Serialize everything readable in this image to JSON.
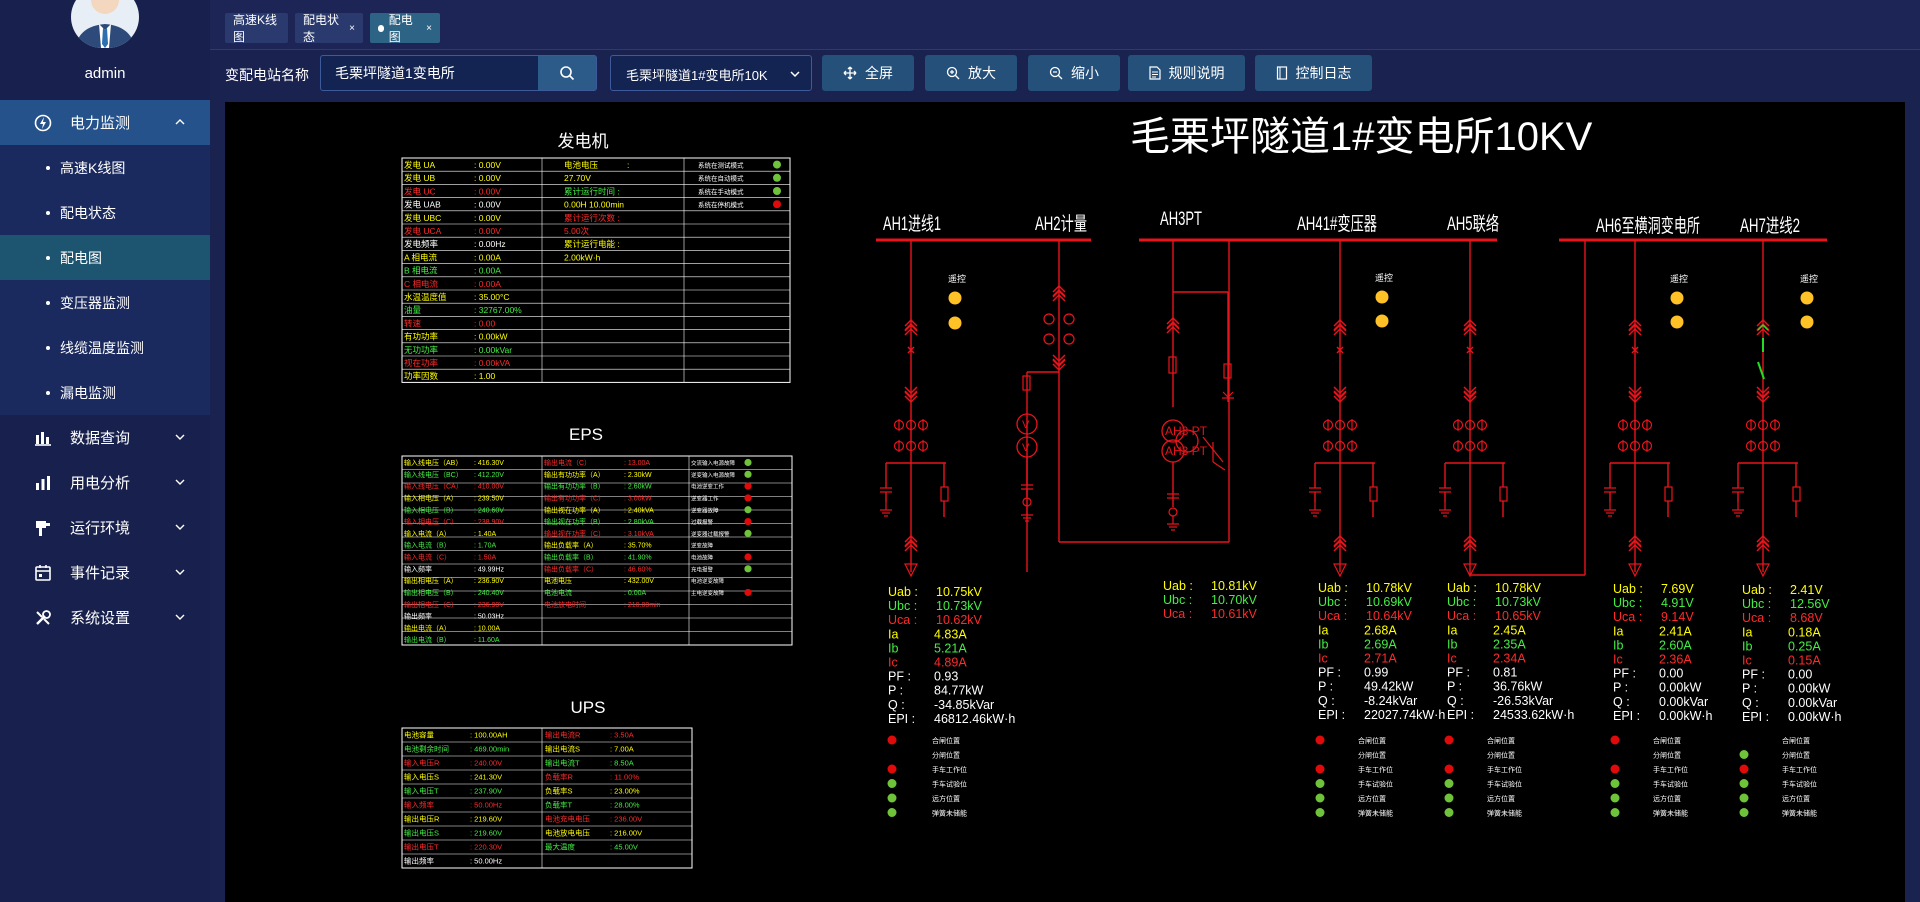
{
  "user": {
    "name": "admin"
  },
  "menu": [
    {
      "label": "电力监测",
      "icon": "power-monitor-icon",
      "expanded": true,
      "children": [
        "高速K线图",
        "配电状态",
        "配电图",
        "变压器监测",
        "线缆温度监测",
        "漏电监测"
      ]
    },
    {
      "label": "数据查询",
      "icon": "data-query-icon"
    },
    {
      "label": "用电分析",
      "icon": "analysis-icon"
    },
    {
      "label": "运行环境",
      "icon": "environment-icon"
    },
    {
      "label": "事件记录",
      "icon": "event-icon"
    },
    {
      "label": "系统设置",
      "icon": "settings-icon"
    }
  ],
  "tabs": [
    {
      "label": "高速K线图",
      "closable": false
    },
    {
      "label": "配电状态",
      "closable": true
    },
    {
      "label": "配电图",
      "closable": true,
      "active": true
    }
  ],
  "toolbar": {
    "station_label": "变配电站名称",
    "station_value": "毛栗坪隧道1变电所",
    "select_value": "毛栗坪隧道1#变电所10K",
    "fullscreen": "全屏",
    "zoom_in": "放大",
    "zoom_out": "缩小",
    "rules": "规则说明",
    "control_log": "控制日志"
  },
  "diagram": {
    "title": "毛栗坪隧道1#变电所10KV",
    "generator": {
      "title": "发电机",
      "col1": [
        [
          "发电 UA",
          "0.00V",
          "y"
        ],
        [
          "发电 UB",
          "0.00V",
          "y"
        ],
        [
          "发电 UC",
          "0.00V",
          "r"
        ],
        [
          "发电 UAB",
          "0.00V",
          "w"
        ],
        [
          "发电 UBC",
          "0.00V",
          "y"
        ],
        [
          "发电 UCA",
          "0.00V",
          "r"
        ],
        [
          "发电频率",
          "0.00Hz",
          "w"
        ],
        [
          "A 相电流",
          "0.00A",
          "y"
        ],
        [
          "B 相电流",
          "0.00A",
          "g"
        ],
        [
          "C 相电流",
          "0.00A",
          "r"
        ],
        [
          "水温温度值",
          "35.00°C",
          "y"
        ],
        [
          "油量",
          "32767.00%",
          "g"
        ],
        [
          "转速",
          "0.00",
          "r"
        ],
        [
          "有功功率",
          "0.00kW",
          "y"
        ],
        [
          "无功功率",
          "0.00kVar",
          "g"
        ],
        [
          "视在功率",
          "0.00kVA",
          "r"
        ],
        [
          "功率因数",
          "1.00",
          "y"
        ]
      ],
      "col2": [
        [
          "电池电压",
          ":",
          "y"
        ],
        [
          "27.70V",
          "",
          "y"
        ],
        [
          "累计运行时间 :",
          "",
          "g"
        ],
        [
          "0.00H  10.00min",
          "",
          "y"
        ],
        [
          "累计运行次数 :",
          "",
          "r"
        ],
        [
          "5.00次",
          "",
          "r"
        ],
        [
          "累计运行电能 :",
          "",
          "y"
        ],
        [
          "2.00kW·h",
          "",
          "y"
        ]
      ],
      "col3": [
        [
          "系统在测试模式",
          "g"
        ],
        [
          "系统在自动模式",
          "g"
        ],
        [
          "系统在手动模式",
          "g"
        ],
        [
          "系统在停机模式",
          "r"
        ]
      ]
    },
    "eps": {
      "title": "EPS",
      "col1": [
        [
          "输入线电压（AB）",
          "416.30V",
          "y"
        ],
        [
          "输入线电压（BC）",
          "412.20V",
          "g"
        ],
        [
          "输入线电压（CA）",
          "410.00V",
          "r"
        ],
        [
          "输入相电压（A）",
          "239.50V",
          "y"
        ],
        [
          "输入相电压（B）",
          "240.60V",
          "g"
        ],
        [
          "输入相电压（C）",
          "238.90V",
          "r"
        ],
        [
          "输入电流（A）",
          "1.40A",
          "y"
        ],
        [
          "输入电流（B）",
          "1.70A",
          "g"
        ],
        [
          "输入电流（C）",
          "1.50A",
          "r"
        ],
        [
          "输入频率",
          "49.99Hz",
          "w"
        ],
        [
          "输出相电压（A）",
          "236.90V",
          "y"
        ],
        [
          "输出相电压（B）",
          "240.40V",
          "g"
        ],
        [
          "输出相电压（C）",
          "236.90V",
          "r"
        ],
        [
          "输出频率",
          "50.03Hz",
          "w"
        ],
        [
          "输出电流（A）",
          "10.00A",
          "y"
        ],
        [
          "输出电流（B）",
          "11.60A",
          "g"
        ]
      ],
      "col2": [
        [
          "输出电流（C）",
          "13.00A",
          "r"
        ],
        [
          "输出有功功率（A）",
          "2.30kW",
          "y"
        ],
        [
          "输出有功功率（B）",
          "2.60kW",
          "g"
        ],
        [
          "输出有功功率（C）",
          "3.00kW",
          "r"
        ],
        [
          "输出视在功率（A）",
          "2.40kVA",
          "y"
        ],
        [
          "输出视在功率（B）",
          "2.80kVA",
          "g"
        ],
        [
          "输出视在功率（C）",
          "3.10kVA",
          "r"
        ],
        [
          "输出负载率（A）",
          "35.70%",
          "y"
        ],
        [
          "输出负载率（B）",
          "41.90%",
          "g"
        ],
        [
          "输出负载率（C）",
          "46.60%",
          "r"
        ],
        [
          "电池电压",
          "432.00V",
          "y"
        ],
        [
          "电池电流",
          "0.00A",
          "g"
        ],
        [
          "电池放电时间",
          "210.00min",
          "r"
        ]
      ],
      "col3": [
        [
          "交流输入电源故障",
          "g"
        ],
        [
          "逆变输入电源故障",
          "g"
        ],
        [
          "电池逆变工作",
          "r"
        ],
        [
          "逆变器工作",
          "r"
        ],
        [
          "逆变器故障",
          "g"
        ],
        [
          "过载报警",
          "r"
        ],
        [
          "逆变器过载报警",
          "g"
        ],
        [
          "逆变故障",
          ""
        ],
        [
          "电池故障",
          "r"
        ],
        [
          "充电报警",
          "g"
        ],
        [
          "电池逆变故障",
          ""
        ],
        [
          "主电逆变故障",
          "r"
        ]
      ]
    },
    "ups": {
      "title": "UPS",
      "col1": [
        [
          "电池容量",
          "100.00AH",
          "y"
        ],
        [
          "电池剩余时间",
          "469.00min",
          "g"
        ],
        [
          "输入电压R",
          "240.00V",
          "r"
        ],
        [
          "输入电压S",
          "241.30V",
          "y"
        ],
        [
          "输入电压T",
          "237.90V",
          "g"
        ],
        [
          "输入频率",
          "50.00Hz",
          "r"
        ],
        [
          "输出电压R",
          "219.60V",
          "y"
        ],
        [
          "输出电压S",
          "219.60V",
          "g"
        ],
        [
          "输出电压T",
          "220.30V",
          "r"
        ],
        [
          "输出频率",
          "50.00Hz",
          "w"
        ]
      ],
      "col2": [
        [
          "输出电流R",
          "3.50A",
          "r"
        ],
        [
          "输出电流S",
          "7.00A",
          "y"
        ],
        [
          "输出电流T",
          "8.50A",
          "g"
        ],
        [
          "负载率R",
          "11.00%",
          "r"
        ],
        [
          "负载率S",
          "23.00%",
          "y"
        ],
        [
          "负载率T",
          "28.00%",
          "g"
        ],
        [
          "电池充电电压",
          "236.00V",
          "r"
        ],
        [
          "电池放电电压",
          "216.00V",
          "y"
        ],
        [
          "最大温度",
          "45.00V",
          "g"
        ]
      ]
    },
    "buses": [
      {
        "label": "AH1进线1"
      },
      {
        "label": "AH2计量"
      },
      {
        "label": "AH3PT"
      },
      {
        "label": "AH41#变压器"
      },
      {
        "label": "AH5联络"
      },
      {
        "label": "AH6至横洞变电所"
      },
      {
        "label": "AH7进线2"
      }
    ],
    "remote_label": "遥控",
    "pt_labels": [
      "AH3 PT",
      "AH3 PT"
    ],
    "feeders": [
      {
        "vals": [
          [
            "Uab :",
            "10.75kV",
            "y"
          ],
          [
            "Ubc :",
            "10.73kV",
            "g"
          ],
          [
            "Uca :",
            "10.62kV",
            "r"
          ],
          [
            "Ia",
            "4.83A",
            "y"
          ],
          [
            "Ib",
            "5.21A",
            "g"
          ],
          [
            "Ic",
            "4.89A",
            "r"
          ],
          [
            "PF :",
            "0.93",
            "w"
          ],
          [
            "P :",
            "84.77kW",
            "w"
          ],
          [
            "Q :",
            "-34.85kVar",
            "w"
          ],
          [
            "EPI :",
            "46812.46kW·h",
            "w"
          ]
        ],
        "status": []
      },
      {
        "vals": [
          [
            "Uab :",
            "10.81kV",
            "y"
          ],
          [
            "Ubc :",
            "10.70kV",
            "g"
          ],
          [
            "Uca :",
            "10.61kV",
            "r"
          ]
        ],
        "status": []
      },
      {
        "vals": [
          [
            "Uab :",
            "10.78kV",
            "y"
          ],
          [
            "Ubc :",
            "10.69kV",
            "g"
          ],
          [
            "Uca :",
            "10.64kV",
            "r"
          ],
          [
            "Ia",
            "2.68A",
            "y"
          ],
          [
            "Ib",
            "2.69A",
            "g"
          ],
          [
            "Ic",
            "2.71A",
            "r"
          ],
          [
            "PF :",
            "0.99",
            "w"
          ],
          [
            "P :",
            "49.42kW",
            "w"
          ],
          [
            "Q :",
            "-8.24kVar",
            "w"
          ],
          [
            "EPI :",
            "22027.74kW·h",
            "w"
          ]
        ],
        "status": [
          [
            "r",
            "合闸位置"
          ],
          [
            "",
            "分闸位置"
          ],
          [
            "r",
            "手车工作位"
          ],
          [
            "g",
            "手车试验位"
          ],
          [
            "g",
            "远方位置"
          ],
          [
            "g",
            "弹簧未储能"
          ]
        ]
      },
      {
        "vals": [
          [
            "Uab :",
            "10.78kV",
            "y"
          ],
          [
            "Ubc :",
            "10.73kV",
            "g"
          ],
          [
            "Uca :",
            "10.65kV",
            "r"
          ],
          [
            "Ia",
            "2.45A",
            "y"
          ],
          [
            "Ib",
            "2.35A",
            "g"
          ],
          [
            "Ic",
            "2.34A",
            "r"
          ],
          [
            "PF :",
            "0.81",
            "w"
          ],
          [
            "P :",
            "36.76kW",
            "w"
          ],
          [
            "Q :",
            "-26.53kVar",
            "w"
          ],
          [
            "EPI :",
            "24533.62kW·h",
            "w"
          ]
        ],
        "status": [
          [
            "r",
            "合闸位置"
          ],
          [
            "",
            "分闸位置"
          ],
          [
            "r",
            "手车工作位"
          ],
          [
            "g",
            "手车试验位"
          ],
          [
            "g",
            "远方位置"
          ],
          [
            "g",
            "弹簧未储能"
          ]
        ]
      },
      {
        "vals": [
          [
            "Uab :",
            "7.69V",
            "y"
          ],
          [
            "Ubc :",
            "4.91V",
            "g"
          ],
          [
            "Uca :",
            "9.14V",
            "r"
          ],
          [
            "Ia",
            "2.41A",
            "y"
          ],
          [
            "Ib",
            "2.60A",
            "g"
          ],
          [
            "Ic",
            "2.36A",
            "r"
          ],
          [
            "PF :",
            "0.00",
            "w"
          ],
          [
            "P :",
            "0.00kW",
            "w"
          ],
          [
            "Q :",
            "0.00kVar",
            "w"
          ],
          [
            "EPI :",
            "0.00kW·h",
            "w"
          ]
        ],
        "status": [
          [
            "r",
            "合闸位置"
          ],
          [
            "",
            "分闸位置"
          ],
          [
            "r",
            "手车工作位"
          ],
          [
            "g",
            "手车试验位"
          ],
          [
            "g",
            "远方位置"
          ],
          [
            "g",
            "弹簧未储能"
          ]
        ]
      },
      {
        "vals": [
          [
            "Uab :",
            "2.41V",
            "y"
          ],
          [
            "Ubc :",
            "12.56V",
            "g"
          ],
          [
            "Uca :",
            "8.68V",
            "r"
          ],
          [
            "Ia",
            "0.18A",
            "y"
          ],
          [
            "Ib",
            "0.25A",
            "g"
          ],
          [
            "Ic",
            "0.15A",
            "r"
          ],
          [
            "PF :",
            "0.00",
            "w"
          ],
          [
            "P :",
            "0.00kW",
            "w"
          ],
          [
            "Q :",
            "0.00kVar",
            "w"
          ],
          [
            "EPI :",
            "0.00kW·h",
            "w"
          ]
        ],
        "status": [
          [
            "",
            "合闸位置"
          ],
          [
            "g",
            "分闸位置"
          ],
          [
            "r",
            "手车工作位"
          ],
          [
            "g",
            "手车试验位"
          ],
          [
            "g",
            "远方位置"
          ],
          [
            "g",
            "弹簧未储能"
          ]
        ]
      }
    ]
  },
  "colors": {
    "y": "#ffff00",
    "g": "#44ee44",
    "r": "#ff2a2a",
    "w": "#ffffff",
    "line": "#e8141c",
    "lamp": "#ffc125",
    "dot_g": "#6fc33a",
    "dot_r": "#e10a0a",
    "accent": "#25507a"
  }
}
